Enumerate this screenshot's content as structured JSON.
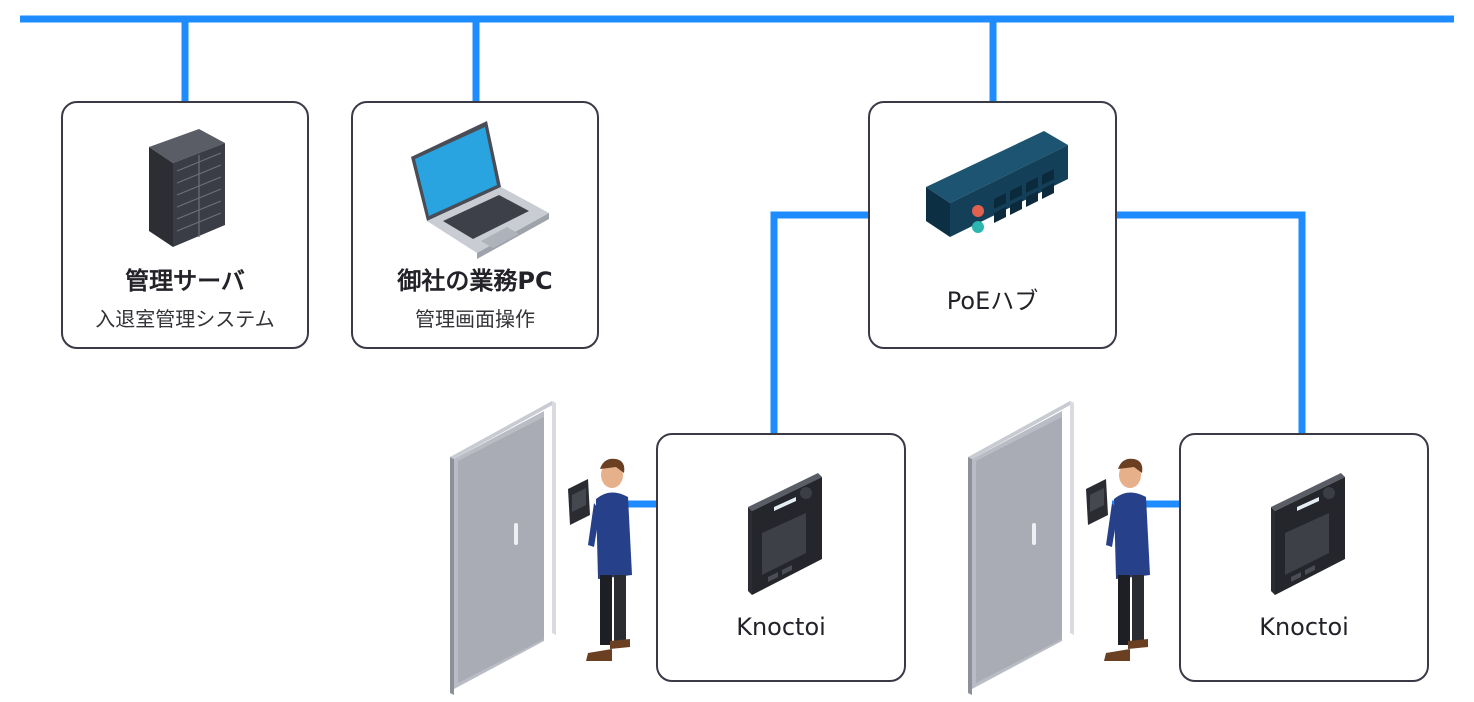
{
  "nodes": {
    "server": {
      "title": "管理サーバ",
      "subtitle": "入退室管理システム",
      "icon": "server-rack-icon"
    },
    "pc": {
      "title": "御社の業務PC",
      "subtitle": "管理画面操作",
      "icon": "laptop-icon"
    },
    "hub": {
      "title": "PoEハブ",
      "icon": "network-switch-icon"
    },
    "device_1": {
      "title": "Knoctoi",
      "icon": "access-terminal-icon"
    },
    "device_2": {
      "title": "Knoctoi",
      "icon": "access-terminal-icon"
    }
  },
  "colors": {
    "network_line": "#1e8cff",
    "box_border": "#3a3a46"
  }
}
